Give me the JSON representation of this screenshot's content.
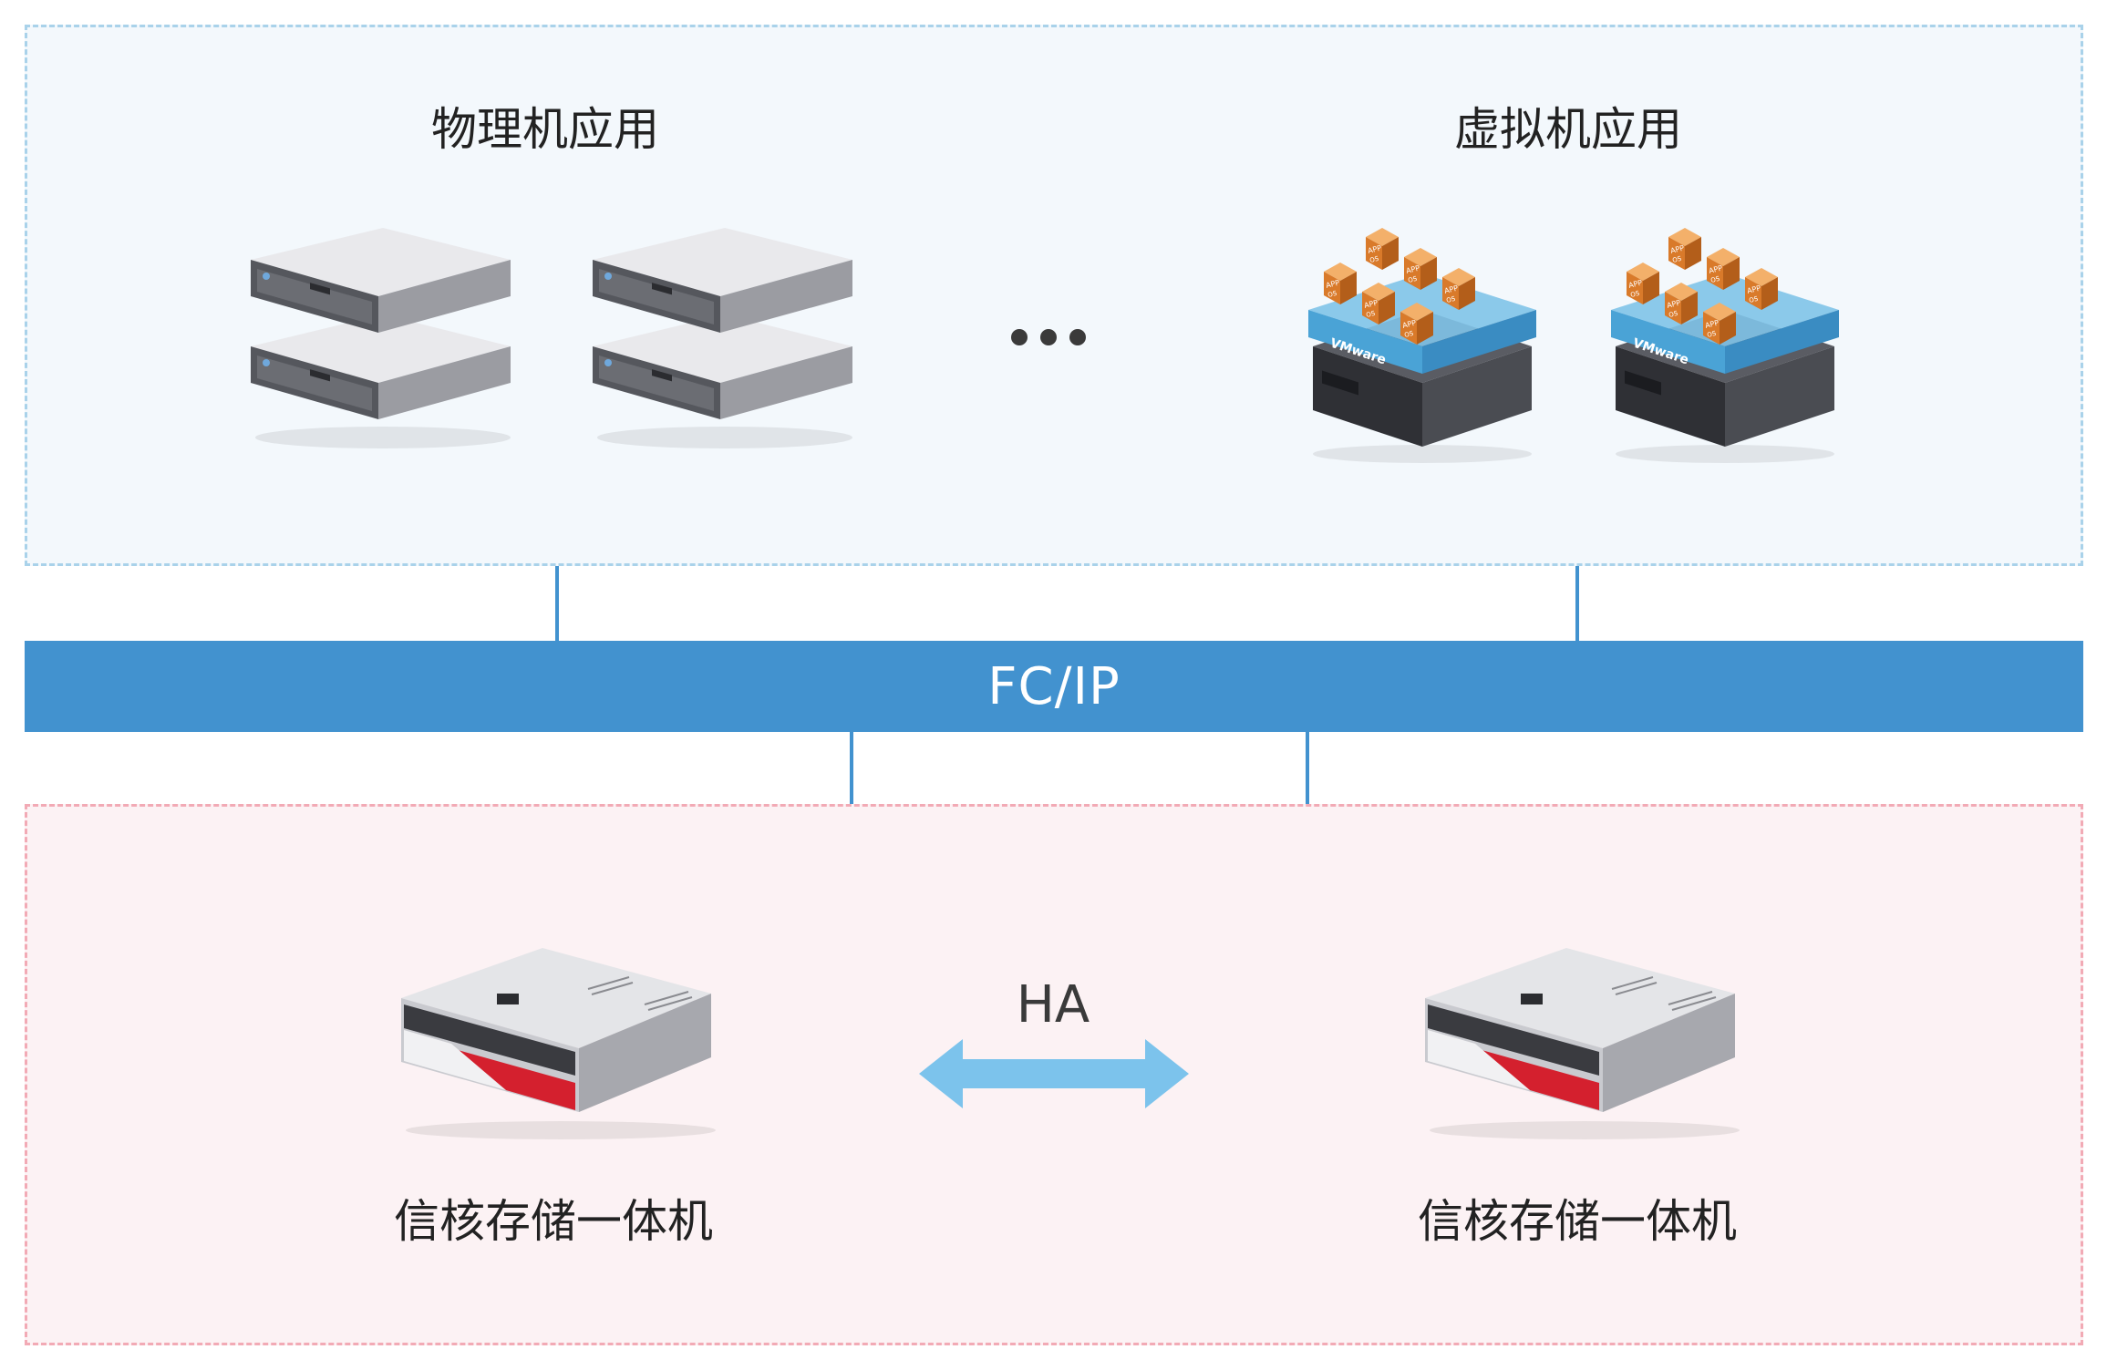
{
  "top_zone": {
    "physical_label": "物理机应用",
    "virtual_label": "虚拟机应用",
    "vm_tag": "VMware",
    "vm_app_tag": "APP",
    "vm_os_tag": "OS"
  },
  "network": {
    "label": "FC/IP"
  },
  "bottom_zone": {
    "storage_label_left": "信核存储一体机",
    "storage_label_right": "信核存储一体机",
    "ha_label": "HA"
  },
  "colors": {
    "bus": "#4292cf",
    "top_zone_bg": "#f3f8fc",
    "top_zone_border": "#a9d2ea",
    "bottom_zone_bg": "#fcf2f4",
    "bottom_zone_border": "#f2aab5",
    "ha_arrow": "#7cc3ec",
    "vm_box": "#e8883a",
    "storage_accent": "#d4202e"
  },
  "icons": [
    "server-stack-icon",
    "ellipsis-icon",
    "vmware-host-icon",
    "storage-appliance-icon",
    "bidirectional-arrow-icon"
  ]
}
